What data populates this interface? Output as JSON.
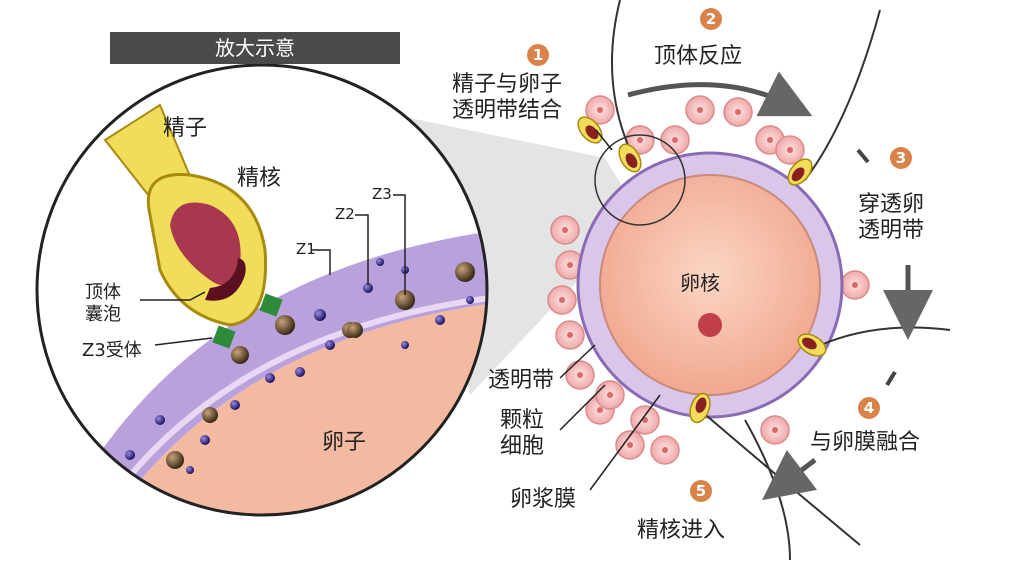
{
  "banner": "放大示意",
  "zoom": {
    "sperm": "精子",
    "nucleus": "精核",
    "acrosome": "顶体\n囊泡",
    "receptor": "Z3受体",
    "egg": "卵子",
    "z1": "Z1",
    "z2": "Z2",
    "z3": "Z3"
  },
  "egg": {
    "nucleus": "卵核",
    "zona": "透明带",
    "granulosa": "颗粒\n细胞",
    "membrane": "卵浆膜"
  },
  "steps": [
    {
      "num": "1",
      "label": "精子与卵子\n透明带结合"
    },
    {
      "num": "2",
      "label": "顶体反应"
    },
    {
      "num": "3",
      "label": "穿透卵\n透明带"
    },
    {
      "num": "4",
      "label": "与卵膜融合"
    },
    {
      "num": "5",
      "label": "精核进入"
    }
  ],
  "colors": {
    "zona": "#c8b4dc",
    "ooplasm": "#f5c0a8",
    "nucleus": "#c0404a",
    "granulosa": "#f0a8a8",
    "sperm": "#f2dd5a",
    "receptor": "#2e8b3a",
    "step_circle": "#d9824a"
  }
}
